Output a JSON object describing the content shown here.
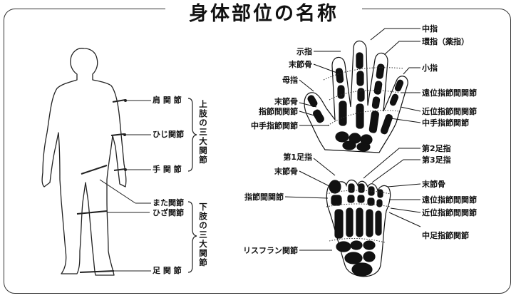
{
  "title": "身体部位の名称",
  "body_labels": {
    "shoulder": "肩 関 節",
    "elbow": "ひじ関節",
    "wrist": "手 関 節",
    "hip": "また関節",
    "knee": "ひざ関節",
    "ankle": "足 関 節"
  },
  "groups": {
    "upper": "上肢の三大関節",
    "lower": "下肢の三大関節"
  },
  "hand_labels": {
    "middle_finger": "中指",
    "ring_finger": "環指（薬指）",
    "index_finger": "示指",
    "distal_phalanx": "末節骨",
    "thumb": "母指",
    "little_finger": "小指",
    "thumb_distal_phalanx": "末節骨",
    "interphalangeal": "指節間関節",
    "metacarpophalangeal": "中手指節関節",
    "dip": "遠位指節間関節",
    "pip": "近位指節間関節",
    "mcp_right": "中手指節関節"
  },
  "foot_labels": {
    "big_toe": "第1足指",
    "distal_phalanx": "末節骨",
    "interphalangeal": "指節間関節",
    "lisfranc": "リスフラン関節",
    "second_toe": "第2足指",
    "third_toe": "第3足指",
    "distal_phalanx_right": "末節骨",
    "dip": "遠位指節間関節",
    "pip": "近位指節間関節",
    "mtp": "中足指節関節"
  }
}
